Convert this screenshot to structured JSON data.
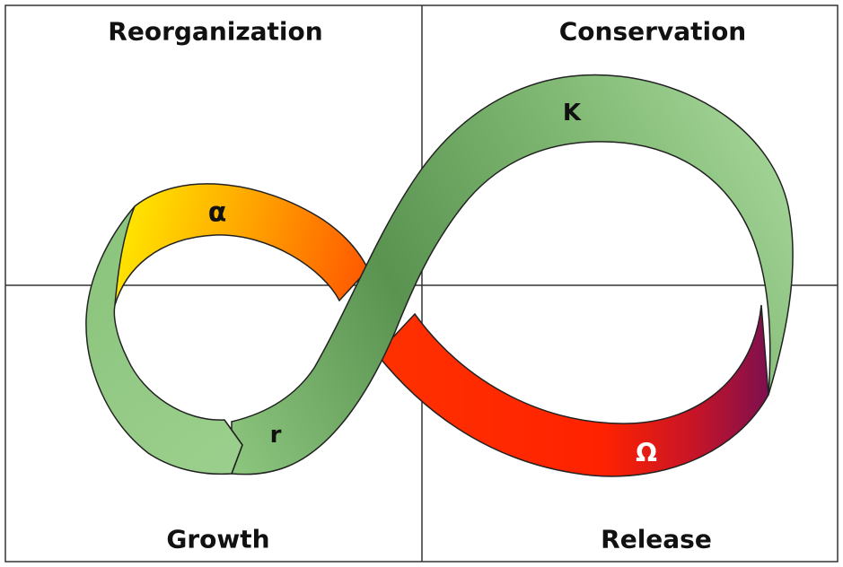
{
  "quadrants": {
    "top_left": "Reorganization",
    "top_right": "Conservation",
    "bottom_left": "Growth",
    "bottom_right": "Release"
  },
  "loop_labels": {
    "alpha": "α",
    "k": "K",
    "r": "r",
    "omega": "Ω"
  },
  "colors": {
    "green_dark": "#5c9651",
    "green_light": "#9ccf8f",
    "yellow": "#ffe600",
    "orange": "#ff7a00",
    "red": "#ff2200",
    "purple": "#8a0f4a",
    "omega_text": "#ffffff"
  }
}
